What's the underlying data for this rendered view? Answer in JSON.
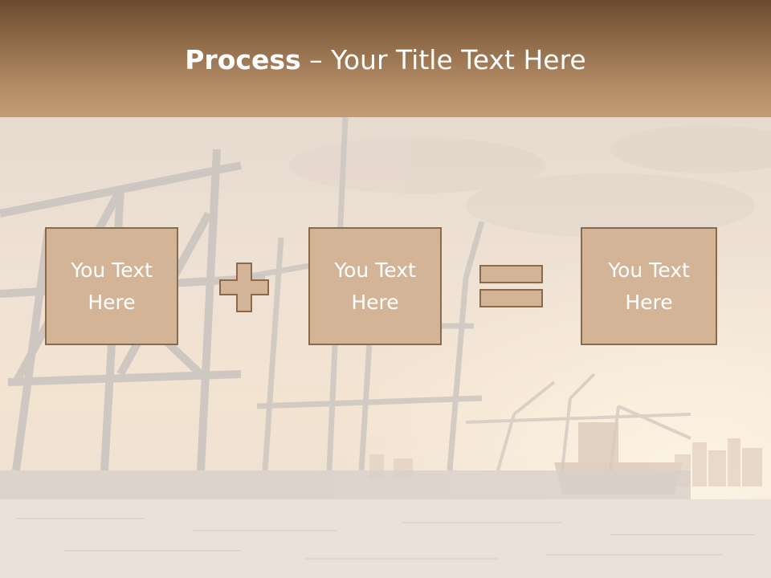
{
  "slide": {
    "title_bold": "Process",
    "title_rest": " – Your Title Text Here"
  },
  "process": {
    "boxes": [
      {
        "label": "You Text Here"
      },
      {
        "label": "You Text Here"
      },
      {
        "label": "You Text Here"
      }
    ],
    "operators": [
      "plus",
      "equals"
    ]
  },
  "colors": {
    "title_bar": "#8e6a48",
    "box_fill": "#d4b497",
    "box_border": "#8b6a4c",
    "text": "#ffffff"
  }
}
